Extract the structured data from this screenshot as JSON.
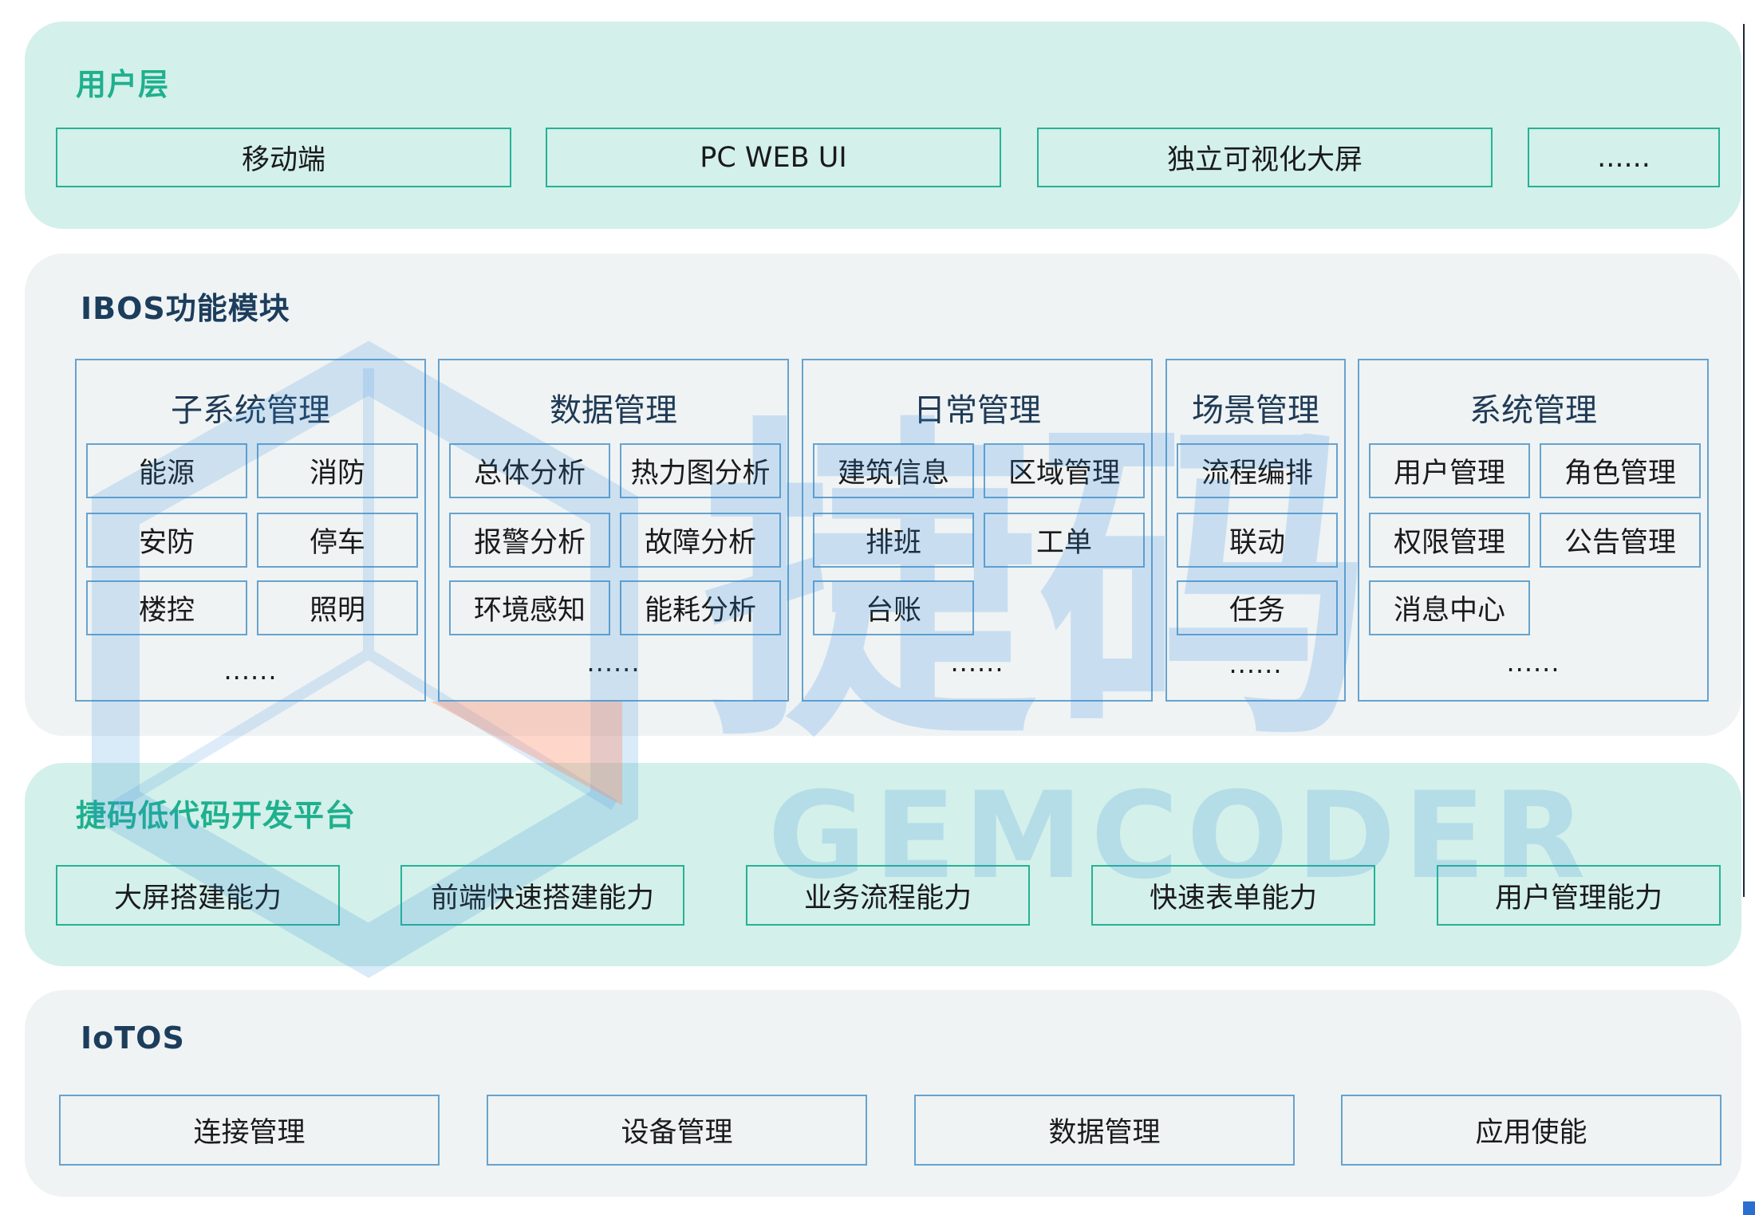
{
  "user_layer": {
    "title": "用户层",
    "items": [
      "移动端",
      "PC WEB UI",
      "独立可视化大屏",
      "......"
    ]
  },
  "ibos_layer": {
    "title": "IBOS功能模块",
    "modules": [
      {
        "title": "子系统管理",
        "items": [
          "能源",
          "消防",
          "安防",
          "停车",
          "楼控",
          "照明"
        ],
        "more": "......"
      },
      {
        "title": "数据管理",
        "items": [
          "总体分析",
          "热力图分析",
          "报警分析",
          "故障分析",
          "环境感知",
          "能耗分析"
        ],
        "more": "......"
      },
      {
        "title": "日常管理",
        "items": [
          "建筑信息",
          "区域管理",
          "排班",
          "工单",
          "台账"
        ],
        "more": "......"
      },
      {
        "title": "场景管理",
        "items": [
          "流程编排",
          "联动",
          "任务"
        ],
        "more": "......"
      },
      {
        "title": "系统管理",
        "items": [
          "用户管理",
          "角色管理",
          "权限管理",
          "公告管理",
          "消息中心"
        ],
        "more": "......"
      }
    ]
  },
  "lowcode_layer": {
    "title": "捷码低代码开发平台",
    "items": [
      "大屏搭建能力",
      "前端快速搭建能力",
      "业务流程能力",
      "快速表单能力",
      "用户管理能力"
    ]
  },
  "iotos_layer": {
    "title": "IoTOS",
    "items": [
      "连接管理",
      "设备管理",
      "数据管理",
      "应用使能"
    ]
  },
  "watermark": {
    "text_cn": "捷码",
    "text_en": "GEMCODER"
  },
  "colors": {
    "green_bg": "#d3f0ea",
    "gray_bg": "#eff3f4",
    "green_title": "#1fb08e",
    "navy_title": "#1c3d5c",
    "green_border": "#26b296",
    "blue_border": "#67a3cd"
  }
}
